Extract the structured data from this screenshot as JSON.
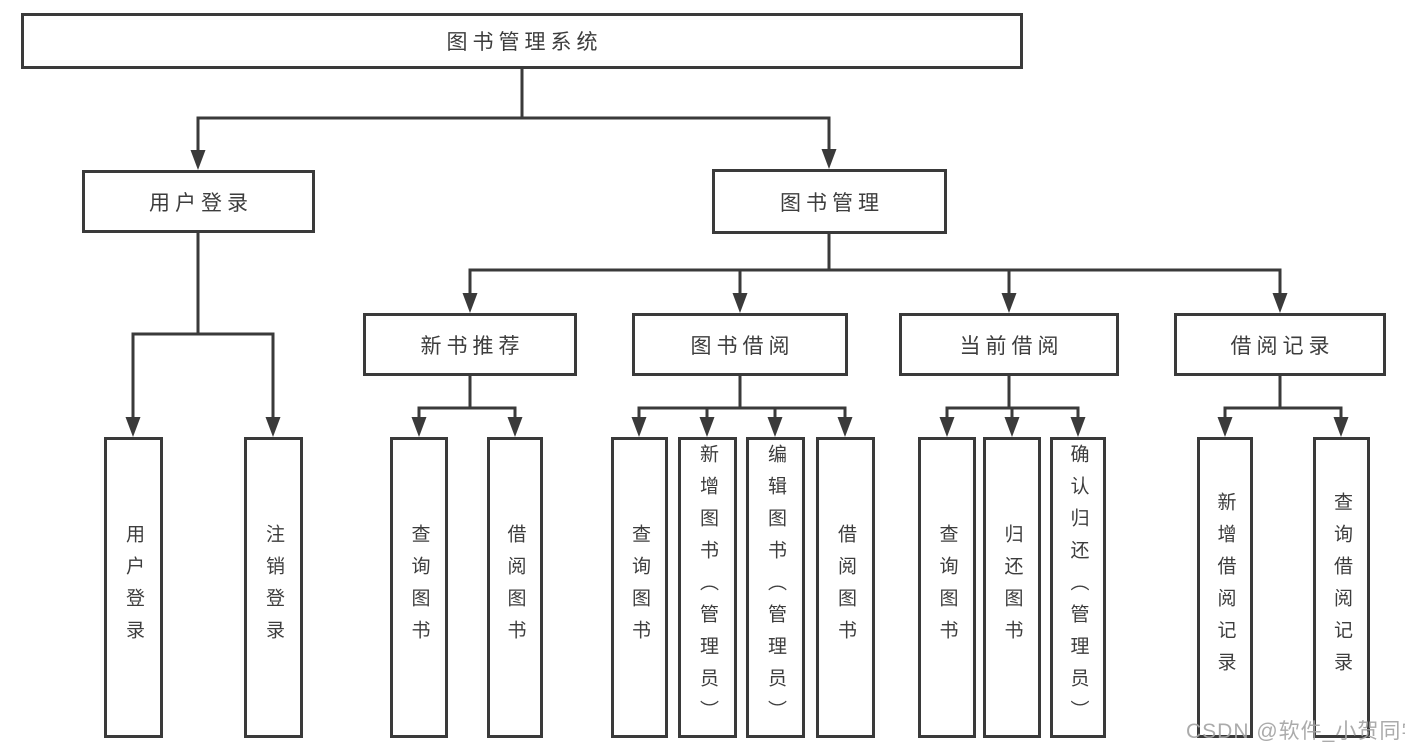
{
  "diagram": {
    "title": "图书管理系统",
    "nodes": {
      "root": "图书管理系统",
      "user_login": "用户登录",
      "book_mgmt": "图书管理",
      "new_book_rec": "新书推荐",
      "book_borrow": "图书借阅",
      "current_borrow": "当前借阅",
      "borrow_record": "借阅记录",
      "leaf_user_login": "用户登录",
      "leaf_logout": "注销登录",
      "leaf_query_book_rec": "查询图书",
      "leaf_borrow_book_rec": "借阅图书",
      "leaf_query_book_borrow": "查询图书",
      "leaf_add_book": "新增图书（管理员）",
      "leaf_edit_book": "编辑图书（管理员）",
      "leaf_borrow_book_borrow": "借阅图书",
      "leaf_query_book_current": "查询图书",
      "leaf_return_book": "归还图书",
      "leaf_confirm_return": "确认归还（管理员）",
      "leaf_add_borrow_record": "新增借阅记录",
      "leaf_query_borrow_record": "查询借阅记录"
    },
    "hierarchy": {
      "label": "图书管理系统",
      "children": [
        {
          "label": "用户登录",
          "children": [
            {
              "label": "用户登录"
            },
            {
              "label": "注销登录"
            }
          ]
        },
        {
          "label": "图书管理",
          "children": [
            {
              "label": "新书推荐",
              "children": [
                {
                  "label": "查询图书"
                },
                {
                  "label": "借阅图书"
                }
              ]
            },
            {
              "label": "图书借阅",
              "children": [
                {
                  "label": "查询图书"
                },
                {
                  "label": "新增图书（管理员）"
                },
                {
                  "label": "编辑图书（管理员）"
                },
                {
                  "label": "借阅图书"
                }
              ]
            },
            {
              "label": "当前借阅",
              "children": [
                {
                  "label": "查询图书"
                },
                {
                  "label": "归还图书"
                },
                {
                  "label": "确认归还（管理员）"
                }
              ]
            },
            {
              "label": "借阅记录",
              "children": [
                {
                  "label": "新增借阅记录"
                },
                {
                  "label": "查询借阅记录"
                }
              ]
            }
          ]
        }
      ]
    }
  },
  "watermark": {
    "text": "CSDN @软件_小贺同学"
  },
  "colors": {
    "line": "#3a3a3a",
    "text": "#3d3d3d",
    "box_background": "#ffffff",
    "page_background": "#ffffff",
    "watermark": "#a4a4a4"
  }
}
